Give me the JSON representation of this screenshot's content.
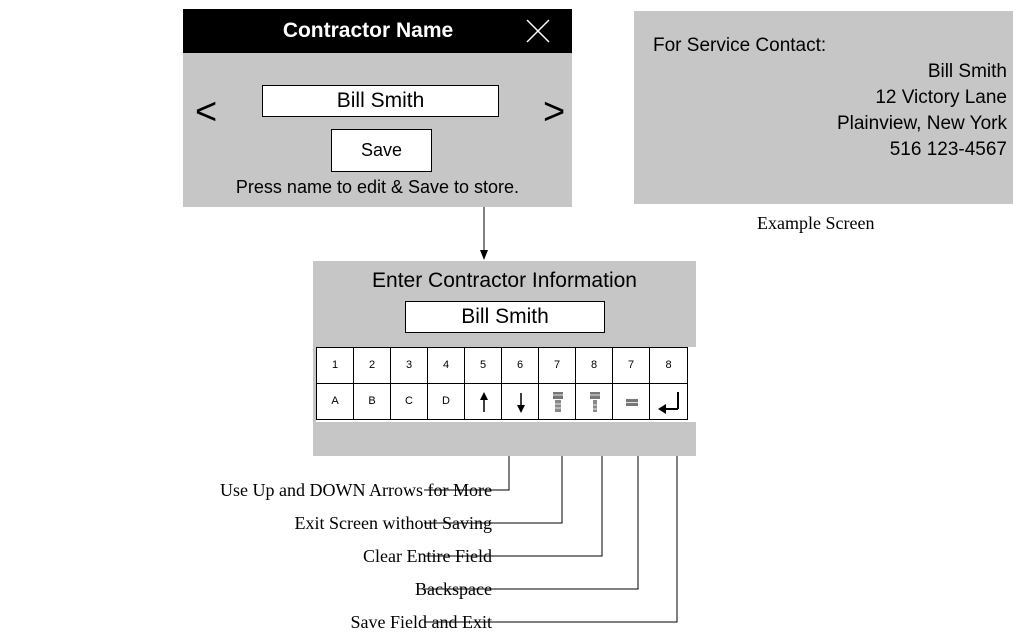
{
  "name_panel": {
    "title": "Contractor Name",
    "prev_label": "<",
    "next_label": ">",
    "name_value": "Bill Smith",
    "save_label": "Save",
    "help_text": "Press name to edit & Save to store.",
    "close_icon": "close-icon"
  },
  "service_panel": {
    "heading": "For Service Contact:",
    "lines": [
      "Bill Smith",
      "12 Victory Lane",
      "Plainview, New York",
      "516 123-4567"
    ],
    "caption": "Example Screen"
  },
  "info_panel": {
    "title": "Enter Contractor Information",
    "field_value": "Bill Smith",
    "top_row": [
      "1",
      "2",
      "3",
      "4",
      "5",
      "6",
      "7",
      "8",
      "7",
      "8"
    ],
    "bottom_row": [
      {
        "label": "A"
      },
      {
        "label": "B"
      },
      {
        "label": "C"
      },
      {
        "label": "D"
      },
      {
        "icon": "up-arrow-icon"
      },
      {
        "icon": "down-arrow-icon"
      },
      {
        "icon": "exit-icon"
      },
      {
        "icon": "clear-icon"
      },
      {
        "icon": "backspace-icon"
      },
      {
        "icon": "enter-icon"
      }
    ]
  },
  "callouts": [
    "Use Up and DOWN Arrows for More",
    "Exit Screen without Saving",
    "Clear Entire Field",
    "Backspace",
    "Save Field and Exit"
  ],
  "colors": {
    "panel_gray": "#c6c6c6",
    "header_black": "#000000",
    "text": "#000000"
  }
}
